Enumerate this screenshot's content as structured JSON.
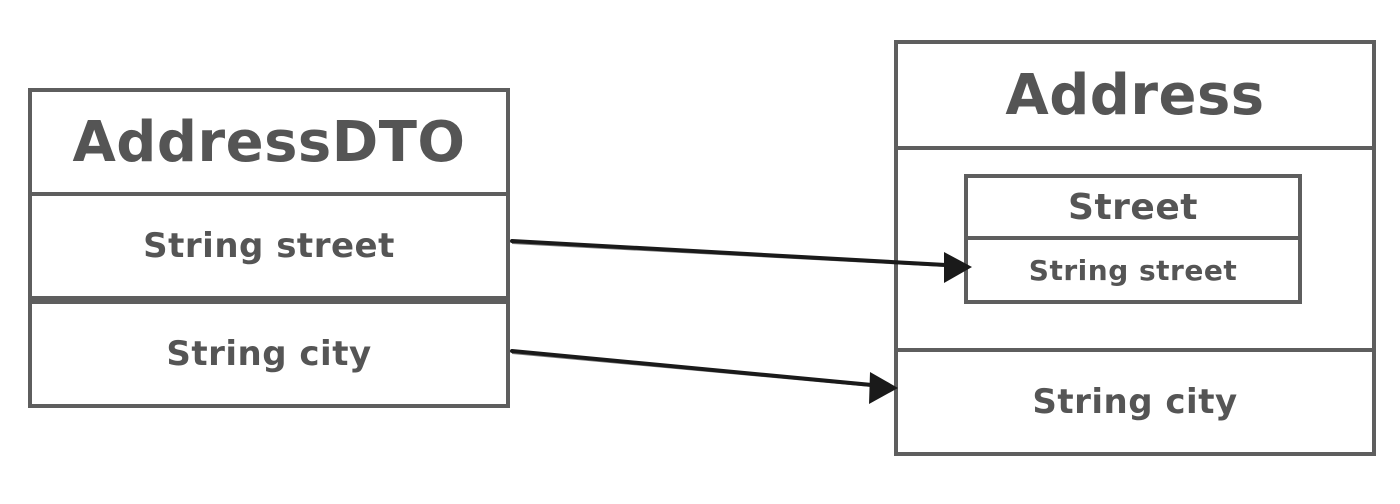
{
  "left_class": {
    "title": "AddressDTO",
    "fields": [
      "String street",
      "String city"
    ]
  },
  "right_class": {
    "title": "Address",
    "nested": {
      "title": "Street",
      "field": "String street"
    },
    "field": "String city"
  },
  "colors": {
    "border": "#5e5e5e",
    "text": "#555555",
    "arrow": "#1a1a1a"
  }
}
